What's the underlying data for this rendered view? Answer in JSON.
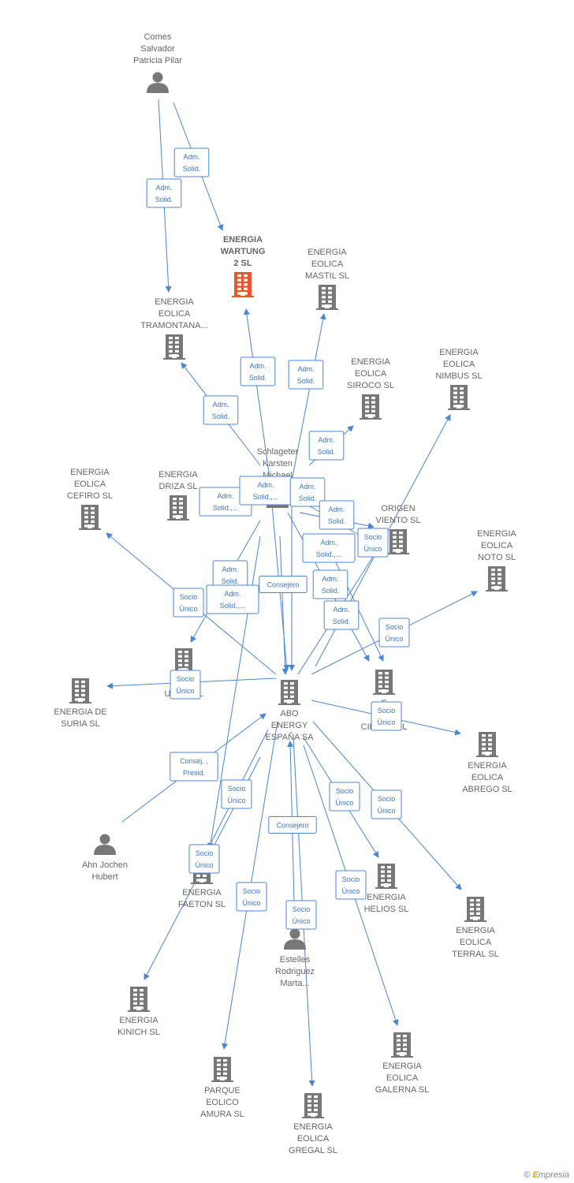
{
  "colors": {
    "edge": "#4a86d4",
    "node": "#777777",
    "focus": "#e8572a",
    "text": "#666666"
  },
  "nodes": [
    {
      "id": "comes",
      "type": "person",
      "label": [
        "Comes",
        "Salvador",
        "Patricia Pilar"
      ]
    },
    {
      "id": "wartung",
      "type": "company",
      "focus": true,
      "label": [
        "ENERGIA",
        "WARTUNG",
        "2 SL"
      ]
    },
    {
      "id": "mastil",
      "type": "company",
      "label": [
        "ENERGIA",
        "EOLICA",
        "MASTIL SL"
      ]
    },
    {
      "id": "tramontana",
      "type": "company",
      "label": [
        "ENERGIA",
        "EOLICA",
        "TRAMONTANA..."
      ]
    },
    {
      "id": "siroco",
      "type": "company",
      "label": [
        "ENERGIA",
        "EOLICA",
        "SIROCO SL"
      ]
    },
    {
      "id": "nimbus",
      "type": "company",
      "label": [
        "ENERGIA",
        "EOLICA",
        "NIMBUS SL"
      ]
    },
    {
      "id": "schlageter",
      "type": "person",
      "label": [
        "Schlageter",
        "Karsten",
        "Michael"
      ]
    },
    {
      "id": "cefiro",
      "type": "company",
      "label": [
        "ENERGIA",
        "EOLICA",
        "CEFIRO SL"
      ]
    },
    {
      "id": "driza",
      "type": "company",
      "label": [
        "ENERGIA",
        "DRIZA SL"
      ]
    },
    {
      "id": "origen",
      "type": "company",
      "label": [
        "ORIGEN",
        "VIENTO SL"
      ]
    },
    {
      "id": "noto",
      "type": "company",
      "label": [
        "ENERGIA",
        "EOLICA",
        "NOTO SL"
      ]
    },
    {
      "id": "urro",
      "type": "company",
      "label": [
        "E",
        "URRO SL"
      ]
    },
    {
      "id": "suria",
      "type": "company",
      "label": [
        "ENERGIA DE",
        "SURIA SL"
      ]
    },
    {
      "id": "abo",
      "type": "company",
      "label": [
        "ABO",
        "ENERGY",
        "ESPAÑA SA"
      ]
    },
    {
      "id": "cirrus",
      "type": "company",
      "label": [
        "E",
        "E",
        "CIRRUS SL"
      ]
    },
    {
      "id": "abrego",
      "type": "company",
      "label": [
        "ENERGIA",
        "EOLICA",
        "ABREGO SL"
      ]
    },
    {
      "id": "ahn",
      "type": "person",
      "label": [
        "Ahn Jochen",
        "Hubert"
      ]
    },
    {
      "id": "faeton",
      "type": "company",
      "label": [
        "ENERGIA",
        "FAETON SL"
      ]
    },
    {
      "id": "helios",
      "type": "company",
      "label": [
        "ENERGIA",
        "HELIOS SL"
      ]
    },
    {
      "id": "terral",
      "type": "company",
      "label": [
        "ENERGIA",
        "EOLICA",
        "TERRAL SL"
      ]
    },
    {
      "id": "estelles",
      "type": "person",
      "label": [
        "Estelles",
        "Rodriguez",
        "Marta..."
      ]
    },
    {
      "id": "kinich",
      "type": "company",
      "label": [
        "ENERGIA",
        "KINICH SL"
      ]
    },
    {
      "id": "amura",
      "type": "company",
      "label": [
        "PARQUE",
        "EOLICO",
        "AMURA SL"
      ]
    },
    {
      "id": "galerna",
      "type": "company",
      "label": [
        "ENERGIA",
        "EOLICA",
        "GALERNA SL"
      ]
    },
    {
      "id": "gregal",
      "type": "company",
      "label": [
        "ENERGIA",
        "EOLICA",
        "GREGAL SL"
      ]
    }
  ],
  "edges": [
    {
      "from": "comes",
      "to": "wartung",
      "label": [
        "Adm.",
        "Solid."
      ]
    },
    {
      "from": "comes",
      "to": "tramontana",
      "label": [
        "Adm.",
        "Solid."
      ]
    },
    {
      "from": "schlageter",
      "to": "wartung",
      "label": [
        "Adm.",
        "Solid."
      ]
    },
    {
      "from": "schlageter",
      "to": "mastil",
      "label": [
        "Adm.",
        "Solid."
      ]
    },
    {
      "from": "schlageter",
      "to": "tramontana",
      "label": [
        "Adm.",
        "Solid."
      ]
    },
    {
      "from": "schlageter",
      "to": "siroco",
      "label": [
        "Adm.",
        "Solid."
      ]
    },
    {
      "from": "schlageter",
      "to": "driza",
      "label": [
        "Adm.",
        "Solid.,..."
      ]
    },
    {
      "from": "schlageter",
      "to": "abo",
      "label": [
        "Adm.",
        "Solid.,..."
      ]
    },
    {
      "from": "schlageter",
      "to": "abo",
      "label": [
        "Adm.",
        "Solid."
      ]
    },
    {
      "from": "schlageter",
      "to": "origen",
      "label": [
        "Adm.",
        "Solid."
      ]
    },
    {
      "from": "schlageter",
      "to": "cirrus",
      "label": [
        "Adm.",
        "Solid.,..."
      ]
    },
    {
      "from": "schlageter",
      "to": "urro",
      "label": [
        "Adm.",
        "Solid."
      ]
    },
    {
      "from": "schlageter",
      "to": "faeton",
      "label": [
        "Adm.",
        "Solid.,..."
      ]
    },
    {
      "from": "schlageter",
      "to": "abo",
      "label": [
        "Consejero"
      ]
    },
    {
      "from": "schlageter",
      "to": "noto",
      "label": [
        "Adm.",
        "Solid."
      ]
    },
    {
      "from": "schlageter",
      "to": "helios",
      "label": [
        "Adm.",
        "Solid."
      ]
    },
    {
      "from": "abo",
      "to": "cefiro",
      "label": [
        "Socio",
        "Único"
      ]
    },
    {
      "from": "abo",
      "to": "origen",
      "label": [
        "Socio",
        "Único"
      ]
    },
    {
      "from": "abo",
      "to": "noto",
      "label": [
        "Socio",
        "Único"
      ]
    },
    {
      "from": "abo",
      "to": "suria",
      "label": [
        "Socio",
        "Único"
      ]
    },
    {
      "from": "abo",
      "to": "abrego",
      "label": [
        "Socio",
        "Único"
      ]
    },
    {
      "from": "abo",
      "to": "faeton",
      "label": [
        "Socio",
        "Único"
      ]
    },
    {
      "from": "abo",
      "to": "helios",
      "label": [
        "Socio",
        "Único"
      ]
    },
    {
      "from": "abo",
      "to": "terral",
      "label": [
        "Socio",
        "Único"
      ]
    },
    {
      "from": "abo",
      "to": "kinich",
      "label": [
        "Socio",
        "Único"
      ]
    },
    {
      "from": "abo",
      "to": "amura",
      "label": [
        "Socio",
        "Único"
      ]
    },
    {
      "from": "abo",
      "to": "galerna",
      "label": [
        "Socio",
        "Único"
      ]
    },
    {
      "from": "abo",
      "to": "gregal",
      "label": [
        "Socio",
        "Único"
      ]
    },
    {
      "from": "abo",
      "to": "nimbus",
      "label": []
    },
    {
      "from": "ahn",
      "to": "abo",
      "label": [
        "Consej. ,",
        "Presid."
      ]
    },
    {
      "from": "estelles",
      "to": "abo",
      "label": [
        "Consejero"
      ]
    }
  ],
  "footer": {
    "copyright": "©",
    "brand_initial": "E",
    "brand_rest": "mpresia"
  }
}
